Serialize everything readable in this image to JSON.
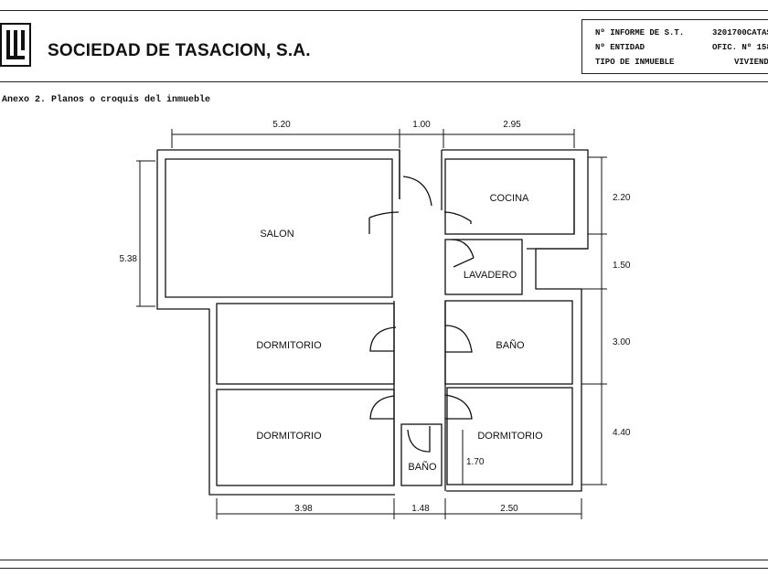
{
  "header": {
    "company_name": "SOCIEDAD DE TASACION, S.A.",
    "info": [
      {
        "label": "Nº INFORME DE S.T.",
        "value": "3201700CATAS"
      },
      {
        "label": "Nº ENTIDAD",
        "value": "OFIC. Nº 158"
      },
      {
        "label": "TIPO DE INMUEBLE",
        "value": "VIVIEND"
      }
    ]
  },
  "annex_title": "Anexo 2. Planos o croquis del inmueble",
  "plan": {
    "rooms": {
      "salon": "SALON",
      "cocina": "COCINA",
      "lavadero": "LAVADERO",
      "dormitorio_1": "DORMITORIO",
      "bano_1": "BAÑO",
      "dormitorio_2": "DORMITORIO",
      "dormitorio_3": "DORMITORIO",
      "bano_2": "BAÑO"
    },
    "dimensions": {
      "top_left": "5.20",
      "top_middle": "1.00",
      "top_right": "2.95",
      "left_height": "5.38",
      "right_1": "2.20",
      "right_2": "1.50",
      "right_3": "3.00",
      "right_4": "4.40",
      "bath_height": "1.70",
      "bottom_left": "3.98",
      "bottom_middle": "1.48",
      "bottom_right": "2.50"
    }
  }
}
